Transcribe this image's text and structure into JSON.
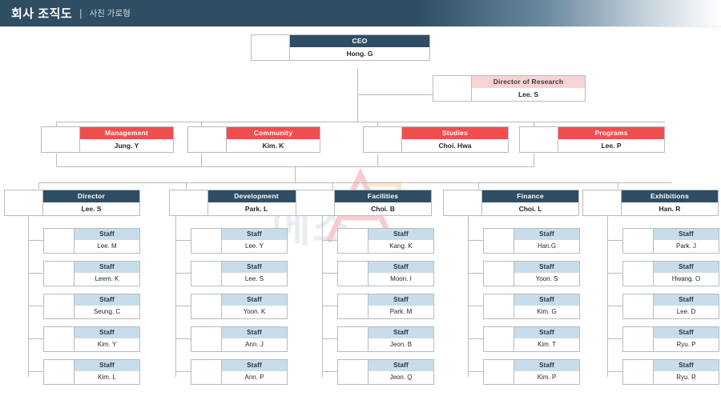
{
  "header": {
    "title": "회사 조직도",
    "separator": "|",
    "subtitle": "사진 가로형"
  },
  "watermark": {
    "text": "에스"
  },
  "colors": {
    "navy": "#2f4d63",
    "red": "#ef4f4f",
    "pink": "#f9d2d6",
    "staff_blue": "#c9dcea",
    "line": "#b6bcc2",
    "card_border": "#b6bcc2"
  },
  "chart": {
    "ceo": {
      "title": "CEO",
      "name": "Hong. G"
    },
    "advisor": {
      "title": "Director of Research",
      "name": "Lee. S"
    },
    "divisions": [
      {
        "title": "Management",
        "name": "Jung. Y"
      },
      {
        "title": "Community",
        "name": "Kim. K"
      },
      {
        "title": "Studies",
        "name": "Choi. Hwa"
      },
      {
        "title": "Programs",
        "name": "Lee. P"
      }
    ],
    "departments": [
      {
        "title": "Director",
        "name": "Lee. S",
        "staff": [
          {
            "title": "Staff",
            "name": "Lee. M"
          },
          {
            "title": "Staff",
            "name": "Leem. K"
          },
          {
            "title": "Staff",
            "name": "Seung. C"
          },
          {
            "title": "Staff",
            "name": "Kim. Y"
          },
          {
            "title": "Staff",
            "name": "Kim. L"
          }
        ]
      },
      {
        "title": "Development",
        "name": "Park. L",
        "staff": [
          {
            "title": "Staff",
            "name": "Lee. Y"
          },
          {
            "title": "Staff",
            "name": "Lee. S"
          },
          {
            "title": "Staff",
            "name": "Yoon. K"
          },
          {
            "title": "Staff",
            "name": "Ann. J"
          },
          {
            "title": "Staff",
            "name": "Ann. P"
          }
        ]
      },
      {
        "title": "Facilities",
        "name": "Choi. B",
        "staff": [
          {
            "title": "Staff",
            "name": "Kang. K"
          },
          {
            "title": "Staff",
            "name": "Moon. I"
          },
          {
            "title": "Staff",
            "name": "Park. M"
          },
          {
            "title": "Staff",
            "name": "Jeon. B"
          },
          {
            "title": "Staff",
            "name": "Jeon. Q"
          }
        ]
      },
      {
        "title": "Finance",
        "name": "Choi. L",
        "staff": [
          {
            "title": "Staff",
            "name": "Han.G"
          },
          {
            "title": "Staff",
            "name": "Yoon. S"
          },
          {
            "title": "Staff",
            "name": "Kim. G"
          },
          {
            "title": "Staff",
            "name": "Kim. T"
          },
          {
            "title": "Staff",
            "name": "Kim. P"
          }
        ]
      },
      {
        "title": "Exhibitions",
        "name": "Han. R",
        "staff": [
          {
            "title": "Staff",
            "name": "Park. J"
          },
          {
            "title": "Staff",
            "name": "Hwang. O"
          },
          {
            "title": "Staff",
            "name": "Lee. D"
          },
          {
            "title": "Staff",
            "name": "Ryu. P"
          },
          {
            "title": "Staff",
            "name": "Ryu. R"
          }
        ]
      }
    ]
  }
}
